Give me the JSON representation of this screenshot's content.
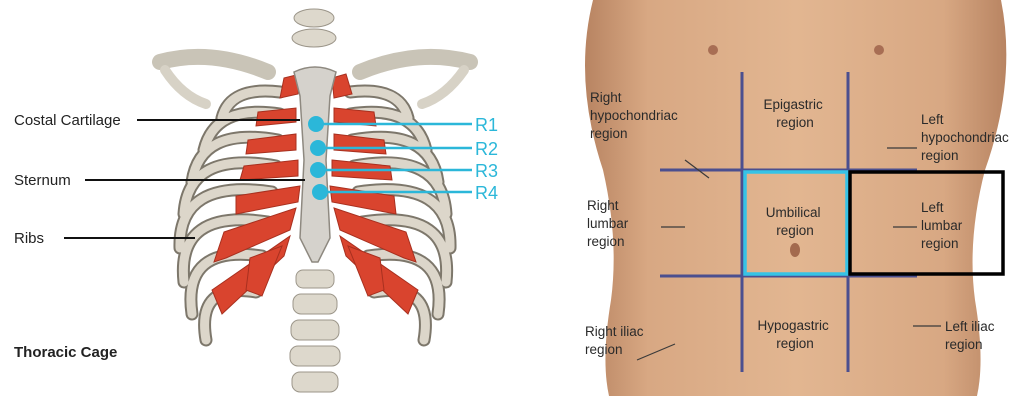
{
  "thoracic_cage": {
    "labels": {
      "costal_cartilage": "Costal Cartilage",
      "sternum": "Sternum",
      "ribs": "Ribs",
      "caption": "Thoracic Cage"
    },
    "markers": [
      "R1",
      "R2",
      "R3",
      "R4"
    ],
    "colors": {
      "bone": "#d8d3c6",
      "bone_outline": "#7a7468",
      "cartilage": "#d9442e",
      "marker": "#2bb7d9",
      "leader": "#111111"
    }
  },
  "abdomen_regions": {
    "regions": {
      "right_hypochondriac": [
        "Right",
        "hypochondriac",
        "region"
      ],
      "epigastric": [
        "Epigastric",
        "region"
      ],
      "left_hypochondriac": [
        "Left",
        "hypochondriac",
        "region"
      ],
      "right_lumbar": [
        "Right",
        "lumbar",
        "region"
      ],
      "umbilical": [
        "Umbilical",
        "region"
      ],
      "left_lumbar": [
        "Left",
        "lumbar",
        "region"
      ],
      "right_iliac": [
        "Right iliac",
        "region"
      ],
      "hypogastric": [
        "Hypogastric",
        "region"
      ],
      "left_iliac": [
        "Left iliac",
        "region"
      ]
    },
    "highlights": {
      "umbilical": "#36c3e6",
      "left_lumbar": "#000000"
    },
    "colors": {
      "skin": "#d9a883",
      "skin_shadow": "#b98563",
      "grid_line": "#4b4f8f"
    }
  }
}
